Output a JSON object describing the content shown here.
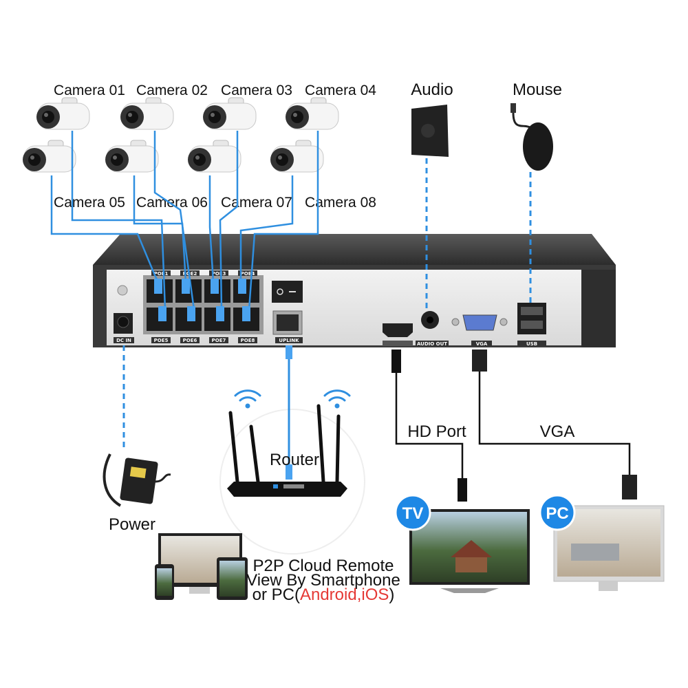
{
  "cameras": {
    "row1": [
      "Camera 01",
      "Camera 02",
      "Camera 03",
      "Camera 04"
    ],
    "row2": [
      "Camera 05",
      "Camera 06",
      "Camera 07",
      "Camera 08"
    ]
  },
  "devices": {
    "audio": "Audio",
    "mouse": "Mouse",
    "power": "Power",
    "router": "Router",
    "hd_port": "HD Port",
    "vga": "VGA",
    "tv_badge": "TV",
    "pc_badge": "PC"
  },
  "nvr_ports": {
    "poe_top": [
      "POE1",
      "POE2",
      "POE3",
      "POE4"
    ],
    "poe_bottom": [
      "POE5",
      "POE6",
      "POE7",
      "POE8"
    ],
    "dc_in": "DC IN",
    "uplink": "UPLINK",
    "audio_out": "AUDIO OUT",
    "vga": "VGA",
    "usb": "USB"
  },
  "remote": {
    "line1": "P2P Cloud Remote",
    "line2": "View By Smartphone",
    "line3_prefix": "or PC(",
    "line3_highlight": "Android,iOS",
    "line3_suffix": ")"
  },
  "colors": {
    "cable": "#2f8fe0",
    "badge": "#1e88e5",
    "highlight": "#e53935"
  }
}
